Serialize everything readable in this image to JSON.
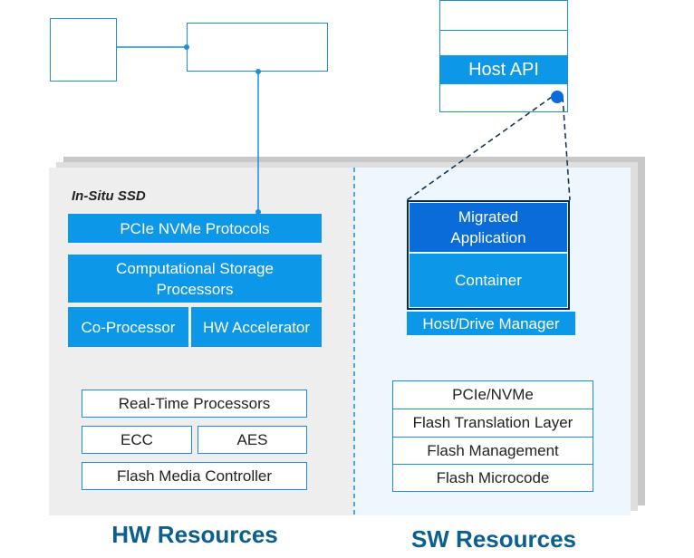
{
  "host_stack": {
    "label": "Host API"
  },
  "ssd": {
    "title": "In-Situ SSD",
    "hw_blocks": {
      "pcie": "PCIe NVMe Protocols",
      "csp": "Computational Storage Processors",
      "coproc": "Co-Processor",
      "hwacc": "HW Accelerator",
      "rtp": "Real-Time Processors",
      "ecc": "ECC",
      "aes": "AES",
      "fmc": "Flash Media Controller"
    },
    "sw_blocks": {
      "migrated_app": "Migrated Application",
      "container": "Container",
      "host_drive_manager": "Host/Drive Manager",
      "fw_stack": [
        "PCIe/NVMe",
        "Flash Translation Layer",
        "Flash Management",
        "Flash Microcode"
      ]
    }
  },
  "labels": {
    "hw_resources": "HW Resources",
    "sw_resources": "SW Resources"
  },
  "colors": {
    "accent": "#0d97e8",
    "accent_dark": "#0a6cd8",
    "label_text": "#0b5f8f"
  }
}
